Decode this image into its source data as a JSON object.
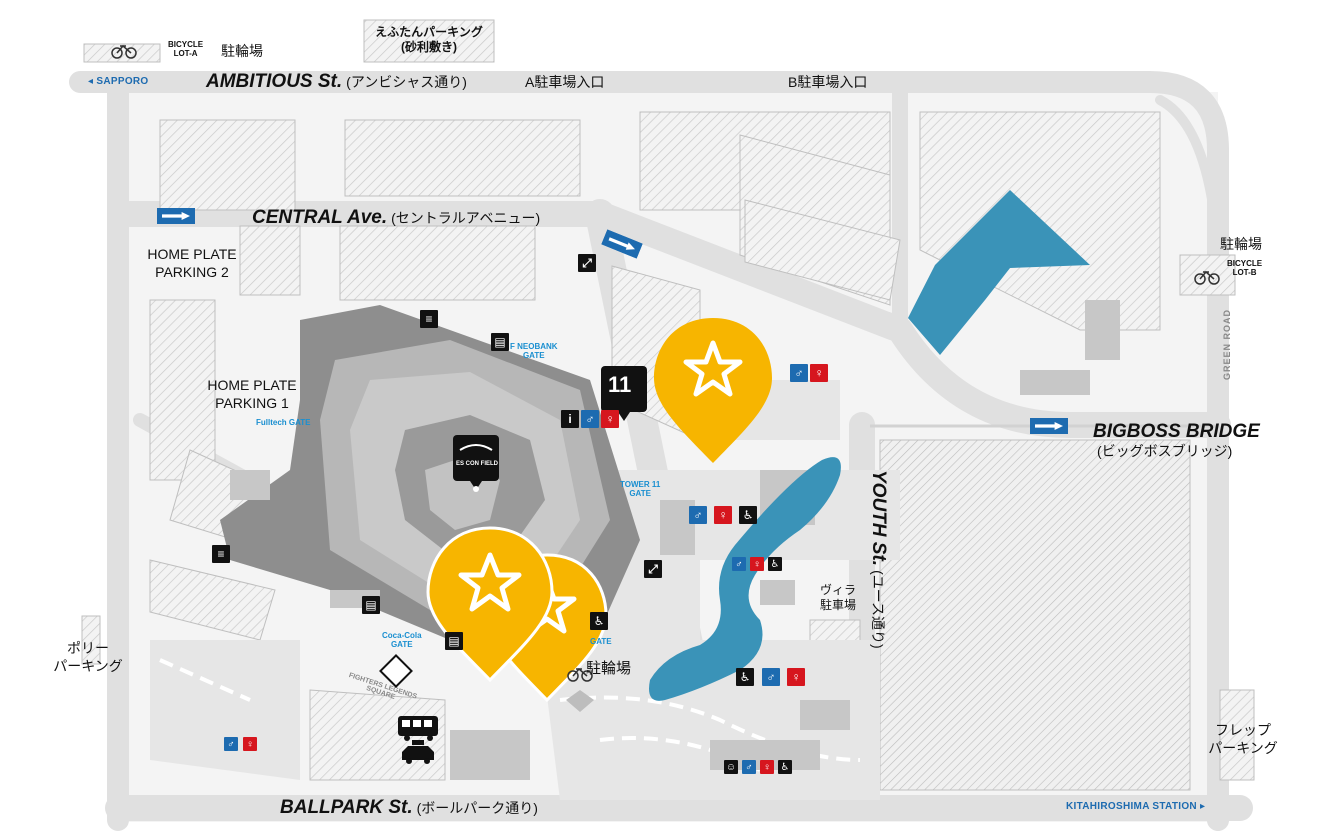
{
  "streets": {
    "ambitious": {
      "name": "AMBITIOUS St.",
      "sub": "(アンビシャス通り)"
    },
    "central": {
      "name": "CENTRAL Ave.",
      "sub": "(セントラルアベニュー)"
    },
    "ballpark": {
      "name": "BALLPARK St.",
      "sub": "(ボールパーク通り)"
    },
    "youth": {
      "name": "YOUTH St.",
      "sub": "(ユース通り)"
    },
    "bigboss": {
      "name": "BIGBOSS BRIDGE",
      "sub": "(ビッグボスブリッジ)"
    },
    "green_road": "GREEN ROAD"
  },
  "directions": {
    "sapporo": "◂ SAPPORO",
    "kitahiroshima": "KITAHIROSHIMA STATION ▸"
  },
  "parking": {
    "entrance_a": "A駐車場入口",
    "entrance_b": "B駐車場入口",
    "home_plate_2": [
      "HOME PLATE",
      "PARKING 2"
    ],
    "home_plate_1": [
      "HOME PLATE",
      "PARKING 1"
    ],
    "efutan": [
      "えふたんパーキング",
      "(砂利敷き)"
    ],
    "polly": [
      "ポリー",
      "パーキング"
    ],
    "flep": [
      "フレップ",
      "パーキング"
    ],
    "villa": [
      "ヴィラ",
      "駐車場"
    ]
  },
  "bicycle": {
    "lot_a_tag": [
      "BICYCLE",
      "LOT-A"
    ],
    "lot_a_label": "駐輪場",
    "lot_b_label": "駐輪場",
    "lot_b_tag": [
      "BICYCLE",
      "LOT-B"
    ],
    "south_label": "駐輪場"
  },
  "gates": {
    "f_neobank": [
      "F NEOBANK",
      "GATE"
    ],
    "fulltech": "Fulltech GATE",
    "tower11": [
      "TOWER 11",
      "GATE"
    ],
    "cocacola": [
      "Coca-Cola",
      "GATE"
    ],
    "south": "GATE",
    "square": [
      "FIGHTERS LEGENDS",
      "SQUARE"
    ]
  },
  "icons": {
    "info": "i",
    "tower_logo": "11",
    "stadium_logo": "ES CON FIELD"
  },
  "colors": {
    "pond": "#3a93b8",
    "pin": "#f7b500",
    "road": "#e2e2e2",
    "building": "#8e8e8e",
    "blue": "#1d6bb0",
    "red": "#d6161e"
  }
}
